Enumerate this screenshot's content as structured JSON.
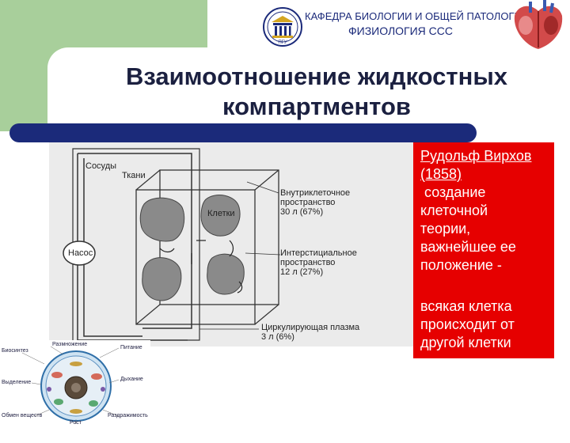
{
  "header": {
    "line1": "КАФЕДРА БИОЛОГИИ И ОБЩЕЙ ПАТОЛОГИИ",
    "line2": "ФИЗИОЛОГИЯ ССС",
    "logo_text": "ПГУ"
  },
  "slide": {
    "title_line1": "Взаимоотношение жидкостных",
    "title_line2": "компартментов"
  },
  "diagram": {
    "vessels": "Сосуды",
    "tissues": "Ткани",
    "cells": "Клетки",
    "pump": "Насос",
    "intracellular_1": "Внутриклеточное",
    "intracellular_2": "пространство",
    "intracellular_3": "30 л (67%)",
    "interstitial_1": "Интерстициальное",
    "interstitial_2": "пространство",
    "interstitial_3": "12 л (27%)",
    "plasma_1": "Циркулирующая плазма",
    "plasma_2": "3 л (6%)"
  },
  "note": {
    "line1": "Рудольф Вирхов",
    "line2": "(1858)",
    "line3": " создание",
    "line4": "клеточной",
    "line5": "теории,",
    "line6": "важнейшее ее",
    "line7": "положение -",
    "line8": "всякая клетка",
    "line9": "происходит от",
    "line10": "другой клетки"
  },
  "cell_figure": {
    "reproduction": "Размножение",
    "nutrition": "Питание",
    "biosynthesis": "Биосинтез",
    "respiration": "Дыхание",
    "excretion": "Выделение",
    "metabolism": "Обмен веществ",
    "irritability": "Раздражимость",
    "growth": "Рост"
  },
  "colors": {
    "accent": "#a8cf9b",
    "navy": "#1b2a7a",
    "red": "#e60000"
  }
}
